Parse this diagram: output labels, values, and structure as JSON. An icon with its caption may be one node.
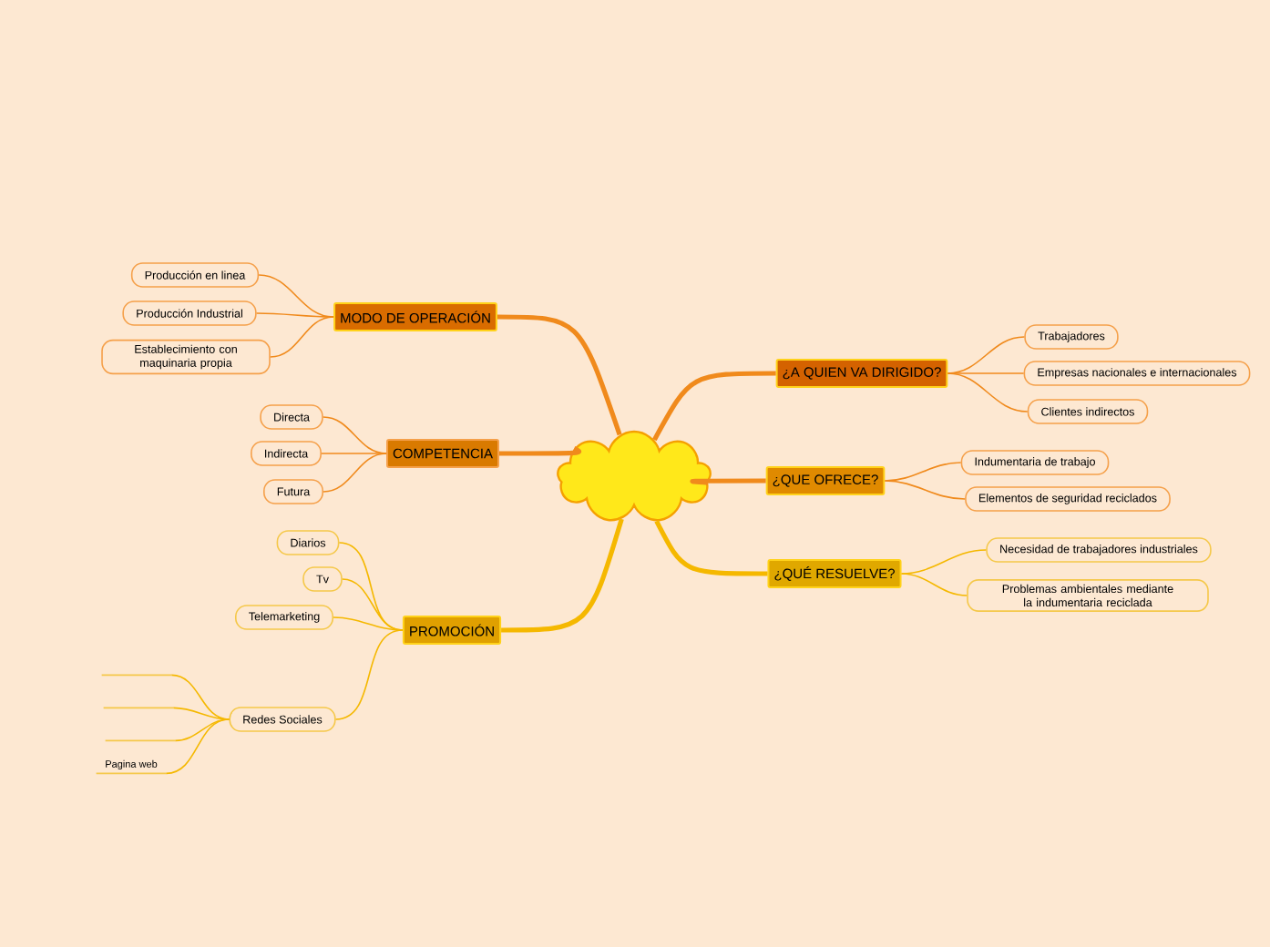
{
  "diagram": {
    "nodes": [
      {
        "text": [],
        "shape": "cloud"
      },
      {
        "text": [
          "MODO DE OPERACIÓN"
        ]
      },
      {
        "text": [
          "Producción en linea"
        ]
      },
      {
        "text": [
          "Producción Industrial"
        ]
      },
      {
        "text": [
          "Establecimiento con maquinaria propia"
        ]
      },
      {
        "text": [
          "COMPETENCIA"
        ]
      },
      {
        "text": [
          "Directa"
        ]
      },
      {
        "text": [
          "Indirecta"
        ]
      },
      {
        "text": [
          "Futura"
        ]
      },
      {
        "text": [
          "PROMOCIÓN"
        ]
      },
      {
        "text": [
          "Diarios"
        ]
      },
      {
        "text": [
          "Tv"
        ]
      },
      {
        "text": [
          "Telemarketing"
        ]
      },
      {
        "text": [
          "Redes Sociales"
        ]
      },
      {
        "text": [],
        "shape": "line"
      },
      {
        "text": [],
        "shape": "line"
      },
      {
        "text": [],
        "shape": "line"
      },
      {
        "text": [
          "Pagina web"
        ]
      },
      {
        "text": [
          "¿A QUIEN VA DIRIGIDO?"
        ]
      },
      {
        "text": [
          "Trabajadores"
        ]
      },
      {
        "text": [
          "Empresas nacionales e internacionales"
        ]
      },
      {
        "text": [
          "Clientes indirectos"
        ]
      },
      {
        "text": [
          "¿QUE OFRECE?"
        ]
      },
      {
        "text": [
          "Indumentaria de trabajo"
        ]
      },
      {
        "text": [
          "Elementos de seguridad reciclados"
        ]
      },
      {
        "text": [
          "¿QUÉ RESUELVE?"
        ]
      },
      {
        "text": [
          "Necesidad de trabajadores industriales"
        ]
      },
      {
        "text": [
          "Problemas ambientales mediante la indumentaria reciclada"
        ]
      }
    ],
    "edges": [
      {
        "from": 0,
        "to": 1,
        "arrow": "none",
        "style": "thick"
      },
      {
        "from": 1,
        "to": 2,
        "arrow": "none"
      },
      {
        "from": 1,
        "to": 3,
        "arrow": "none"
      },
      {
        "from": 1,
        "to": 4,
        "arrow": "none"
      },
      {
        "from": 0,
        "to": 5,
        "arrow": "none",
        "style": "thick"
      },
      {
        "from": 5,
        "to": 6,
        "arrow": "none"
      },
      {
        "from": 5,
        "to": 7,
        "arrow": "none"
      },
      {
        "from": 5,
        "to": 8,
        "arrow": "none"
      },
      {
        "from": 0,
        "to": 9,
        "arrow": "none",
        "style": "thick",
        "color": "#f5b800"
      },
      {
        "from": 9,
        "to": 10,
        "arrow": "none",
        "color": "#f5b800"
      },
      {
        "from": 9,
        "to": 11,
        "arrow": "none",
        "color": "#f5b800"
      },
      {
        "from": 9,
        "to": 12,
        "arrow": "none",
        "color": "#f5b800"
      },
      {
        "from": 9,
        "to": 13,
        "arrow": "none",
        "color": "#f5b800"
      },
      {
        "from": 13,
        "to": 14,
        "arrow": "none",
        "color": "#f5b800"
      },
      {
        "from": 13,
        "to": 15,
        "arrow": "none",
        "color": "#f5b800"
      },
      {
        "from": 13,
        "to": 16,
        "arrow": "none",
        "color": "#f5b800"
      },
      {
        "from": 13,
        "to": 17,
        "arrow": "none",
        "color": "#f5b800"
      },
      {
        "from": 0,
        "to": 18,
        "arrow": "none",
        "style": "thick"
      },
      {
        "from": 18,
        "to": 19,
        "arrow": "none"
      },
      {
        "from": 18,
        "to": 20,
        "arrow": "none"
      },
      {
        "from": 18,
        "to": 21,
        "arrow": "none"
      },
      {
        "from": 0,
        "to": 22,
        "arrow": "none",
        "style": "thick"
      },
      {
        "from": 22,
        "to": 23,
        "arrow": "none"
      },
      {
        "from": 22,
        "to": 24,
        "arrow": "none"
      },
      {
        "from": 0,
        "to": 25,
        "arrow": "none",
        "style": "thick",
        "color": "#f5b800"
      },
      {
        "from": 25,
        "to": 26,
        "arrow": "none",
        "color": "#f5b800"
      },
      {
        "from": 25,
        "to": 27,
        "arrow": "none",
        "color": "#f5b800"
      }
    ]
  }
}
